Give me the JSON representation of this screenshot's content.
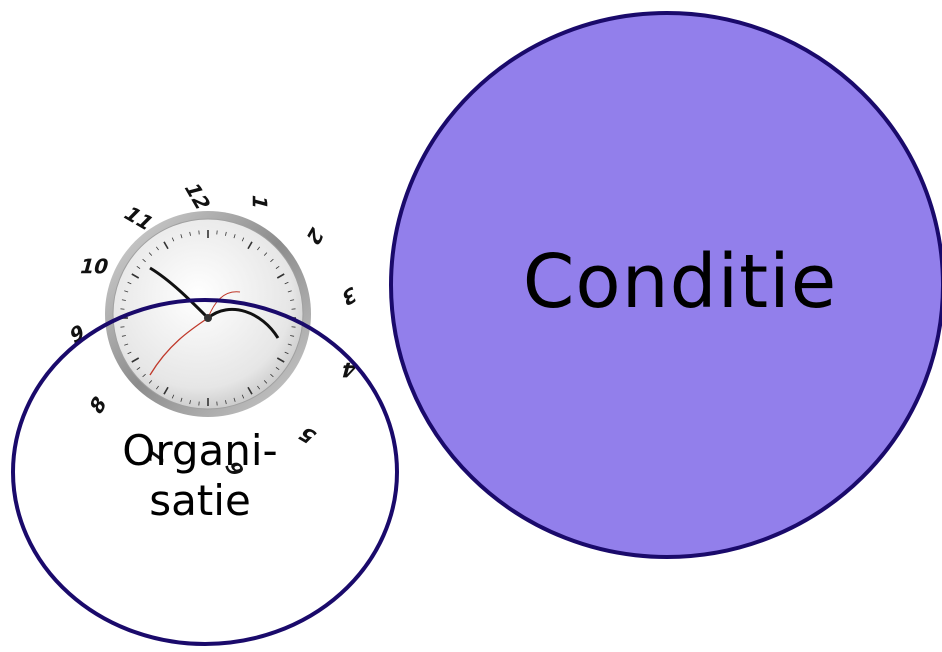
{
  "circles": {
    "conditie": {
      "label": "Conditie",
      "fill": "#927FEB",
      "stroke": "#1A0A6B"
    },
    "organisatie": {
      "label_line1": "Organi-",
      "label_line2": "satie",
      "fill": "transparent",
      "stroke": "#1A0A6B"
    }
  },
  "clock": {
    "icon": "distorted-clock-icon",
    "face_color": "#ECECEC",
    "rim_color": "#9A9A9A",
    "numerals": [
      "1",
      "2",
      "3",
      "4",
      "5",
      "6",
      "7",
      "8",
      "9",
      "10",
      "11",
      "12"
    ]
  }
}
